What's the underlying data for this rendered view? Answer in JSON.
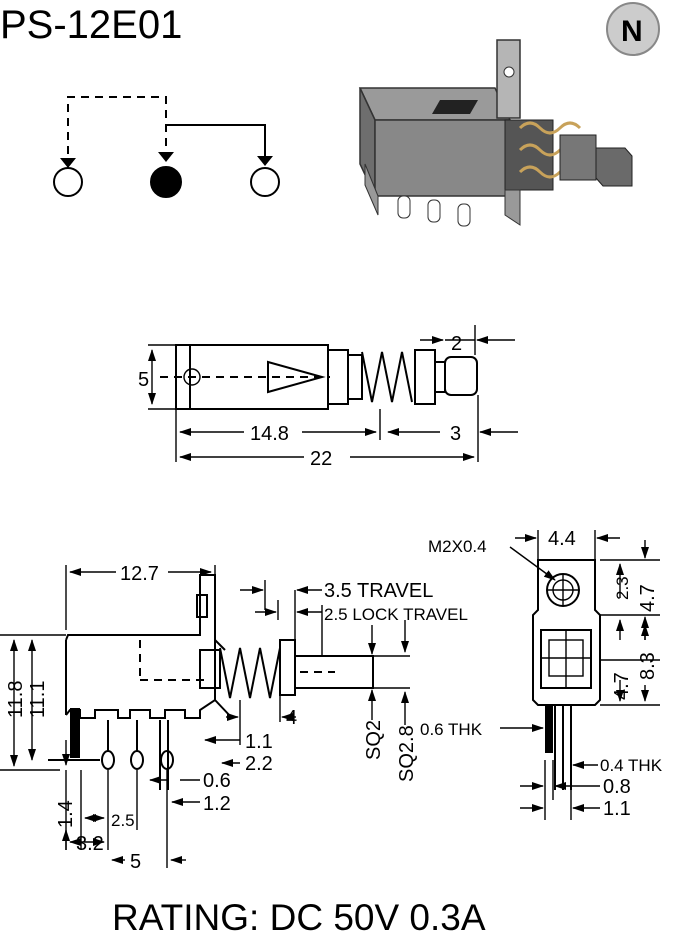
{
  "header": {
    "title": "PS-12E01",
    "logo": "N"
  },
  "top_view": {
    "dim_width": "5",
    "dim_tip": "2",
    "dim_body": "14.8",
    "dim_end": "3",
    "dim_total": "22"
  },
  "side_view": {
    "dim_top": "12.7",
    "travel": "3.5 TRAVEL",
    "lock_travel": "2.5 LOCK TRAVEL",
    "h1": "11.8",
    "h2": "11.1",
    "d4": "4",
    "d11": "1.1",
    "d22": "2.2",
    "d06": "0.6",
    "d12": "1.2",
    "d14": "1.4",
    "d25": "2.5",
    "d32": "3.2",
    "d5": "5",
    "sq2": "SQ2",
    "sq28": "SQ2.8"
  },
  "front_view": {
    "screw": "M2X0.4",
    "w44": "4.4",
    "h23": "2.3",
    "h47a": "4.7",
    "h83": "8.3",
    "h47b": "4.7",
    "thk06": "0.6 THK",
    "thk04": "0.4 THK",
    "d08": "0.8",
    "d11": "1.1"
  },
  "footer": {
    "rating": "RATING: DC 50V 0.3A"
  }
}
